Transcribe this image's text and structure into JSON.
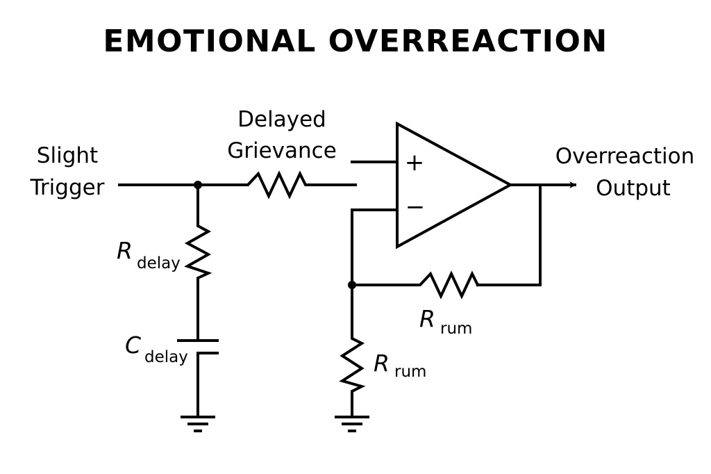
{
  "title": "EMOTIONAL OVERREACTION",
  "labels": {
    "input_line1": "Slight",
    "input_line2": "Trigger",
    "series_line1": "Delayed",
    "series_line2": "Grievance",
    "output_line1": "Overreaction",
    "output_line2": "Output",
    "opamp_plus": "+",
    "opamp_minus": "−"
  },
  "components": {
    "r_delay": {
      "symbol": "R",
      "subscript": "delay"
    },
    "c_delay": {
      "symbol": "C",
      "subscript": "delay"
    },
    "r_rum_feedback": {
      "symbol": "R",
      "subscript": "rum"
    },
    "r_rum_ground": {
      "symbol": "R",
      "subscript": "rum"
    }
  },
  "colors": {
    "ink": "#000000",
    "background": "#ffffff"
  }
}
